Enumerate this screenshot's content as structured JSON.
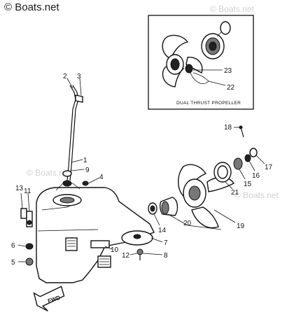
{
  "watermark": {
    "text": "© Boats.net",
    "faint_text": "© Boats.net"
  },
  "inset": {
    "caption": "DUAL THRUST PROPELLER",
    "callouts": [
      "23",
      "22"
    ]
  },
  "callouts": [
    "1",
    "2",
    "3",
    "4",
    "5",
    "6",
    "7",
    "8",
    "9",
    "10",
    "11",
    "12",
    "13",
    "14",
    "15",
    "16",
    "17",
    "18",
    "19",
    "20",
    "21"
  ],
  "fwd_label": "FWD"
}
